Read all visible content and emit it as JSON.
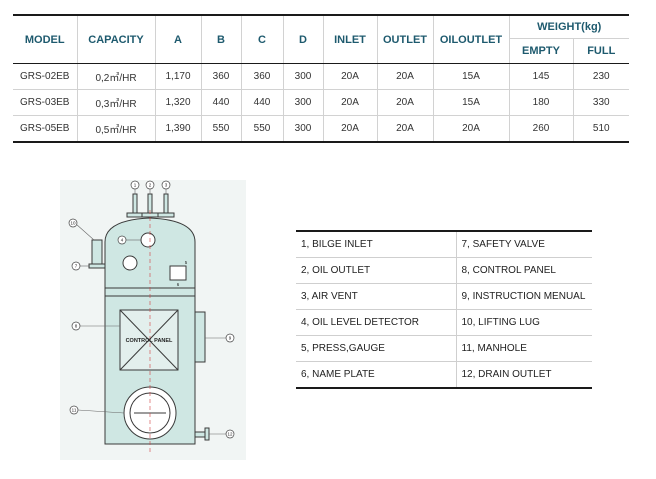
{
  "spec_table": {
    "headers": {
      "model": "MODEL",
      "capacity": "CAPACITY",
      "a": "A",
      "b": "B",
      "c": "C",
      "d": "D",
      "inlet": "INLET",
      "outlet": "OUTLET",
      "oiloutlet": "OILOUTLET",
      "weight": "WEIGHT(kg)",
      "empty": "EMPTY",
      "full": "FULL"
    },
    "rows": [
      [
        "GRS-02EB",
        "0,2㎥/HR",
        "1,170",
        "360",
        "360",
        "300",
        "20A",
        "20A",
        "15A",
        "145",
        "230"
      ],
      [
        "GRS-03EB",
        "0,3㎥/HR",
        "1,320",
        "440",
        "440",
        "300",
        "20A",
        "20A",
        "15A",
        "180",
        "330"
      ],
      [
        "GRS-05EB",
        "0,5㎥/HR",
        "1,390",
        "550",
        "550",
        "300",
        "20A",
        "20A",
        "20A",
        "260",
        "510"
      ]
    ]
  },
  "diagram": {
    "panel_label": "CONTROL PANEL",
    "callouts": [
      "1",
      "2",
      "3",
      "4",
      "5",
      "6",
      "7",
      "8",
      "9",
      "10",
      "11",
      "12"
    ],
    "colors": {
      "tank_fill": "#cfe7e3",
      "outline": "#3a3a3a",
      "background": "#f1f5f4"
    }
  },
  "legend": {
    "rows": [
      [
        "1, BILGE INLET",
        "7, SAFETY VALVE"
      ],
      [
        "2, OIL OUTLET",
        "8, CONTROL PANEL"
      ],
      [
        "3, AIR VENT",
        "9, INSTRUCTION MENUAL"
      ],
      [
        "4, OIL LEVEL DETECTOR",
        "10, LIFTING LUG"
      ],
      [
        "5, PRESS,GAUGE",
        "11, MANHOLE"
      ],
      [
        "6, NAME PLATE",
        "12, DRAIN OUTLET"
      ]
    ]
  }
}
